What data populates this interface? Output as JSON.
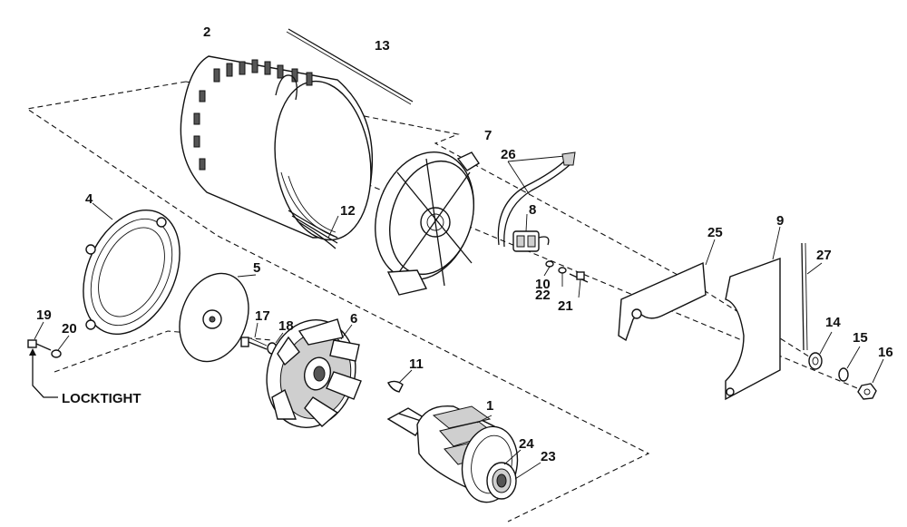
{
  "diagram": {
    "callouts": [
      {
        "id": "1",
        "label": "1"
      },
      {
        "id": "2",
        "label": "2"
      },
      {
        "id": "4",
        "label": "4"
      },
      {
        "id": "5",
        "label": "5"
      },
      {
        "id": "6",
        "label": "6"
      },
      {
        "id": "7",
        "label": "7"
      },
      {
        "id": "8",
        "label": "8"
      },
      {
        "id": "9",
        "label": "9"
      },
      {
        "id": "10",
        "label": "10"
      },
      {
        "id": "11",
        "label": "11"
      },
      {
        "id": "12",
        "label": "12"
      },
      {
        "id": "13",
        "label": "13"
      },
      {
        "id": "14",
        "label": "14"
      },
      {
        "id": "15",
        "label": "15"
      },
      {
        "id": "16",
        "label": "16"
      },
      {
        "id": "17",
        "label": "17"
      },
      {
        "id": "18",
        "label": "18"
      },
      {
        "id": "19",
        "label": "19"
      },
      {
        "id": "20",
        "label": "20"
      },
      {
        "id": "21",
        "label": "21"
      },
      {
        "id": "22",
        "label": "22"
      },
      {
        "id": "23",
        "label": "23"
      },
      {
        "id": "24",
        "label": "24"
      },
      {
        "id": "25",
        "label": "25"
      },
      {
        "id": "26",
        "label": "26"
      },
      {
        "id": "27",
        "label": "27"
      }
    ],
    "note": "LOCKTIGHT"
  }
}
